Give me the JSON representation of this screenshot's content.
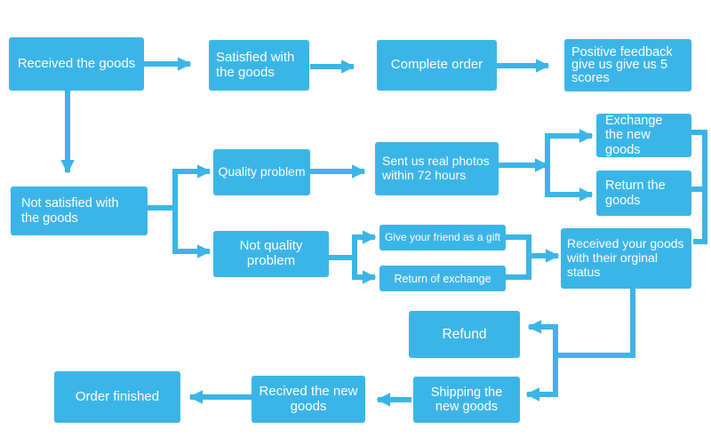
{
  "colors": {
    "node_fill": "#3bb5e8",
    "connector": "#3bb5e8",
    "text": "#ffffff",
    "background": "#ffffff"
  },
  "nodes": {
    "received_goods": "Received the goods",
    "satisfied": "Satisfied with the goods",
    "complete_order": "Complete order",
    "positive_feedback": "Positive feedback give us give us 5 scores",
    "not_satisfied": "Not satisfied with the goods",
    "quality_problem": "Quality problem",
    "real_photos": "Sent us real photos within 72 hours",
    "exchange_new": "Exchange the new goods",
    "return_goods": "Return the goods",
    "not_quality": "Not quality problem",
    "gift": "Give your friend as a gift",
    "return_exchange": "Return of exchange",
    "original_status": "Received your goods with their orginal status",
    "refund": "Refund",
    "shipping_new": "Shipping the new goods",
    "received_new": "Recived the new goods",
    "order_finished": "Order finished"
  }
}
